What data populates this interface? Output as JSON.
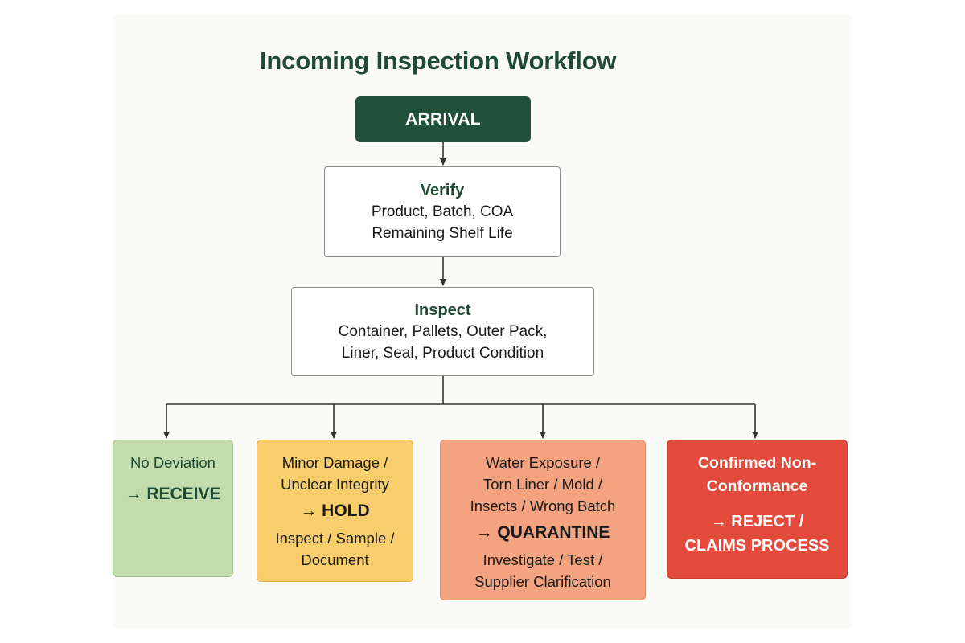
{
  "title": "Incoming Inspection Workflow",
  "arrival": {
    "label": "ARRIVAL"
  },
  "verify": {
    "heading": "Verify",
    "lines": [
      "Product, Batch, COA",
      "Remaining Shelf Life"
    ]
  },
  "inspect": {
    "heading": "Inspect",
    "lines": [
      "Container, Pallets, Outer Pack,",
      "Liner, Seal, Product Condition"
    ]
  },
  "outcomes": [
    {
      "condition": [
        "No Deviation"
      ],
      "action": "→ RECEIVE",
      "sub": [],
      "color": "#c2dcae"
    },
    {
      "condition": [
        "Minor Damage /",
        "Unclear Integrity"
      ],
      "action": "→ HOLD",
      "sub": [
        "Inspect / Sample /",
        "Document"
      ],
      "color": "#f8cd6c"
    },
    {
      "condition": [
        "Water Exposure /",
        "Torn Liner / Mold /",
        "Insects / Wrong Batch"
      ],
      "action": "→ QUARANTINE",
      "sub": [
        "Investigate / Test /",
        "Supplier Clarification"
      ],
      "color": "#f4a380"
    },
    {
      "condition": [
        "Confirmed Non-",
        "Conformance"
      ],
      "action": "→ REJECT /",
      "action2": "CLAIMS PROCESS",
      "sub": [],
      "color": "#e24a3c"
    }
  ],
  "colors": {
    "header_green": "#22513a",
    "title_green": "#1f4a34",
    "connector": "#333333"
  }
}
